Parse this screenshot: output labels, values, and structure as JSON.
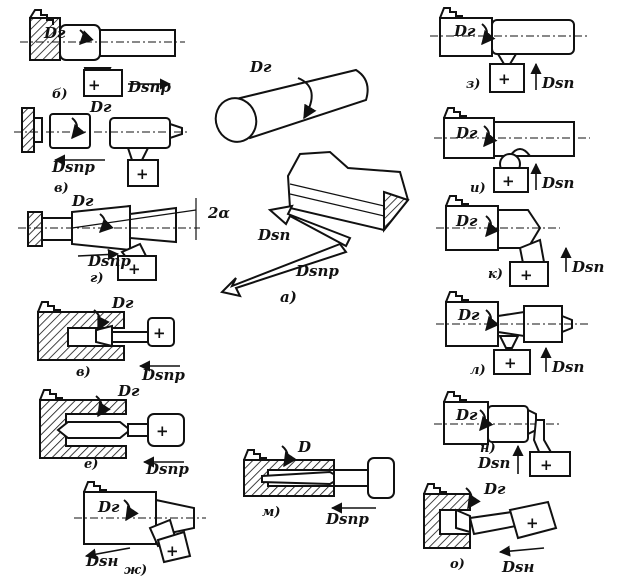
{
  "symbols": {
    "dg": "Dг",
    "dd": "D",
    "dspr": "Dsпр",
    "dsp": "Dsп",
    "dsn": "Dsн",
    "two_alpha": "2α",
    "plus": "+"
  },
  "letters": {
    "a": "а)",
    "b": "б)",
    "v": "в)",
    "g": "г)",
    "v2": "в)",
    "e": "е)",
    "zh": "ж)",
    "m": "м)",
    "o": "о)",
    "n": "н)",
    "l": "л)",
    "k": "к)",
    "i": "и)",
    "z": "з)"
  }
}
